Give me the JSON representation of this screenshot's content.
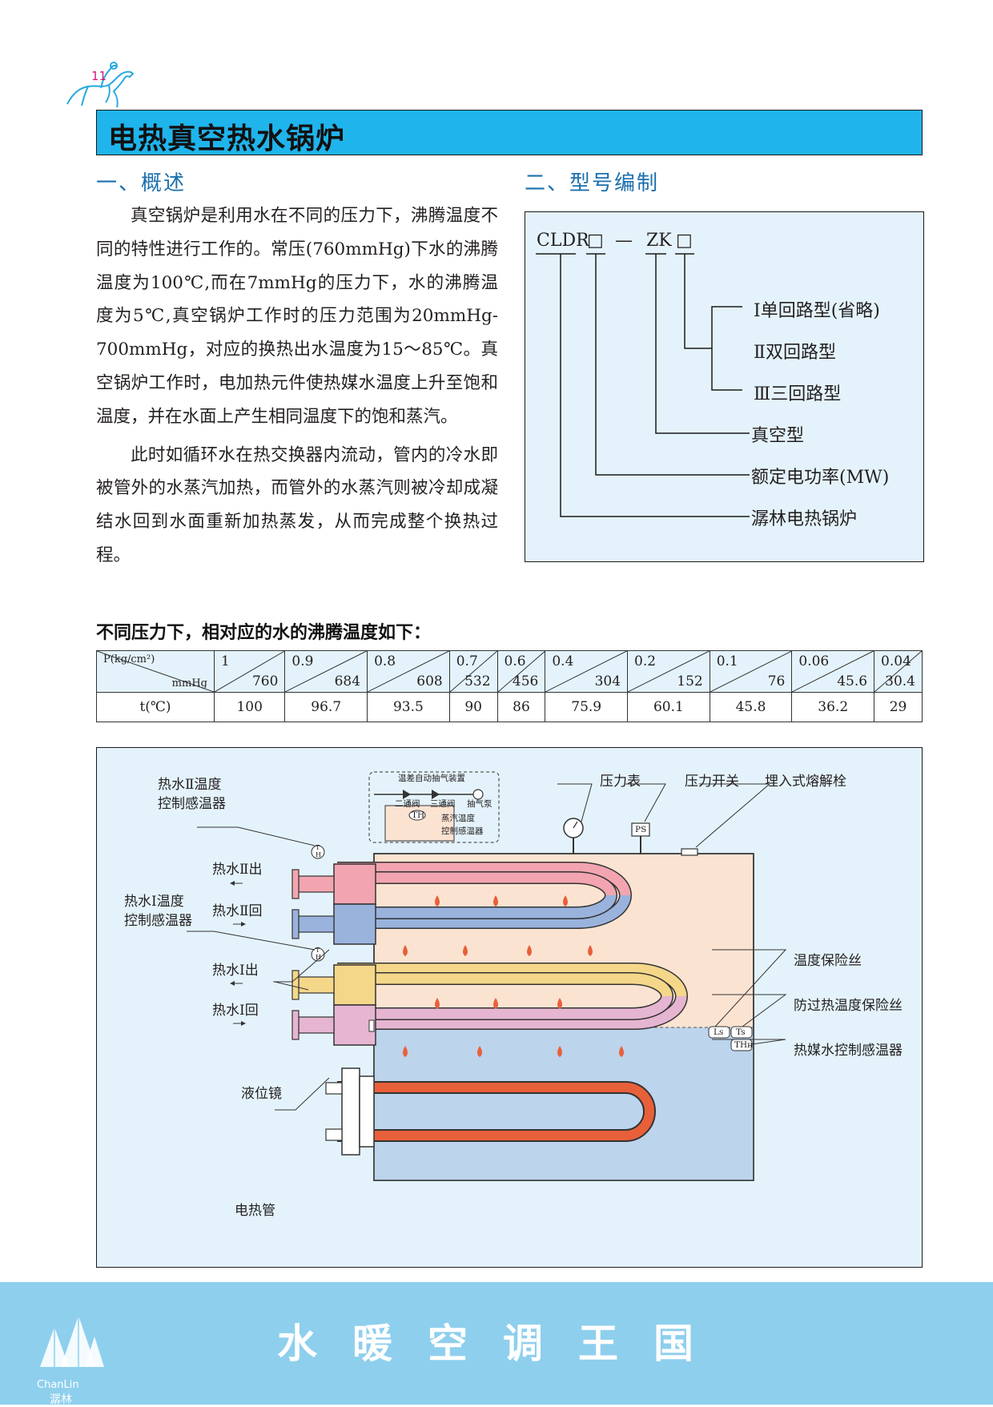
{
  "header": {
    "page_number": "11",
    "title": "电热真空热水锅炉"
  },
  "overview": {
    "heading": "一、概述",
    "paragraphs": [
      "真空锅炉是利用水在不同的压力下，沸腾温度不同的特性进行工作的。常压(760mmHg)下水的沸腾温度为100℃,而在7mmHg的压力下，水的沸腾温度为5℃,真空锅炉工作时的压力范围为20mmHg-700mmHg，对应的换热出水温度为15～85℃。真空锅炉工作时，电加热元件使热媒水温度上升至饱和温度，并在水面上产生相同温度下的饱和蒸汽。",
      "此时如循环水在热交换器内流动，管内的冷水即被管外的水蒸汽加热，而管外的水蒸汽则被冷却成凝结水回到水面重新加热蒸发，从而完成整个换热过程。"
    ]
  },
  "model": {
    "heading": "二、型号编制",
    "code_prefix": "CLDR",
    "code_box": "□",
    "code_dash": "—",
    "code_zk": "ZK",
    "options": [
      "Ⅰ单回路型(省略)",
      "Ⅱ双回路型",
      "Ⅲ三回路型"
    ],
    "labels": [
      "真空型",
      "额定电功率(MW)",
      "潺林电热锅炉"
    ]
  },
  "pressure_table": {
    "caption": "不同压力下，相对应的水的沸腾温度如下：",
    "header_top": "P(kg/cm²)",
    "header_bottom": "mmHg",
    "row_label": "t(℃)",
    "columns": [
      {
        "kg": "1",
        "mmhg": "760",
        "t": "100"
      },
      {
        "kg": "0.9",
        "mmhg": "684",
        "t": "96.7"
      },
      {
        "kg": "0.8",
        "mmhg": "608",
        "t": "93.5"
      },
      {
        "kg": "0.7",
        "mmhg": "532",
        "t": "90"
      },
      {
        "kg": "0.6",
        "mmhg": "456",
        "t": "86"
      },
      {
        "kg": "0.4",
        "mmhg": "304",
        "t": "75.9"
      },
      {
        "kg": "0.2",
        "mmhg": "152",
        "t": "60.1"
      },
      {
        "kg": "0.1",
        "mmhg": "76",
        "t": "45.8"
      },
      {
        "kg": "0.06",
        "mmhg": "45.6",
        "t": "36.2"
      },
      {
        "kg": "0.04",
        "mmhg": "30.4",
        "t": "29"
      }
    ]
  },
  "diagram": {
    "hw2_sensor": [
      "热水Ⅱ温度",
      "控制感温器"
    ],
    "hw1_sensor": [
      "热水Ⅰ温度",
      "控制感温器"
    ],
    "hw2_out": "热水Ⅱ出",
    "hw2_back": "热水Ⅱ回",
    "hw1_out": "热水Ⅰ出",
    "hw1_back": "热水Ⅰ回",
    "level_glass": "液位镜",
    "heater": "电热管",
    "gauge": "压力表",
    "pswitch": "压力开关",
    "plug": "埋入式熔解栓",
    "fuse": "温度保险丝",
    "overheat_fuse": "防过热温度保险丝",
    "medium_sensor": "热媒水控制感温器",
    "vac_unit": "温差自动抽气装置",
    "vac_valve2": "二通阀",
    "vac_valve3": "三通阀",
    "vac_pump": "抽气泵",
    "vac_sensor": [
      "蒸汽温度",
      "控制感温器"
    ],
    "tag_th": "TH",
    "tag_ps": "PS",
    "tag_ls": "Ls",
    "tag_ts": "Ts",
    "tag_thh": "THн",
    "tag_tht": "T",
    "tag_thb": "H"
  },
  "footer": {
    "slogan": "水暖空调王国",
    "brand_en": "ChanLin",
    "brand_cn": "潺林"
  },
  "colors": {
    "title_bar": "#1fb4ec",
    "heading_blue": "#1b6fae",
    "panel_bg": "#e4f3fb",
    "footer_bg": "#8ecfed",
    "page_number": "#d6177e"
  }
}
